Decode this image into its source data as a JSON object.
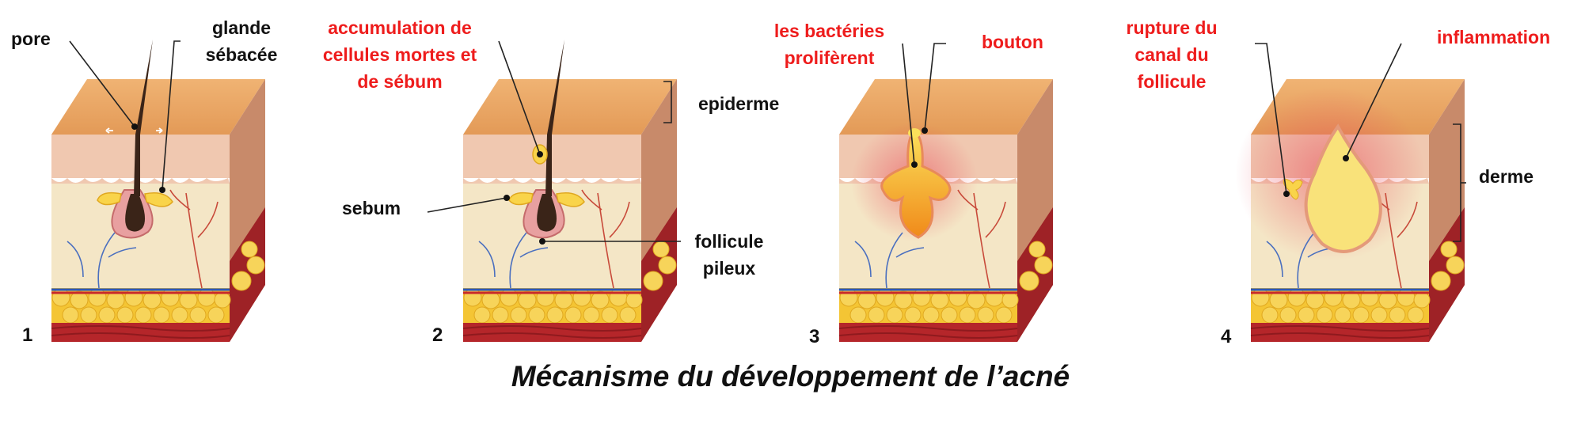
{
  "caption": "Mécanisme du développement de l’acné",
  "panels": [
    {
      "number": "1",
      "labels": {
        "pore": "pore",
        "gland": [
          "glande",
          "sébacée"
        ]
      }
    },
    {
      "number": "2",
      "labels": {
        "accumulation": [
          "accumulation de",
          "cellules mortes et",
          "de sébum"
        ],
        "sebum": "sebum",
        "follicle": [
          "follicule",
          "pileux"
        ],
        "epidermis": "epiderme"
      }
    },
    {
      "number": "3",
      "labels": {
        "bacteria": [
          "les bactéries",
          "prolifèrent"
        ],
        "pimple": "bouton"
      }
    },
    {
      "number": "4",
      "labels": {
        "rupture": [
          "rupture du",
          "canal du",
          "follicule"
        ],
        "inflammation": "inflammation",
        "dermis": "derme"
      }
    }
  ],
  "colors": {
    "label_red": "#ee1c1c",
    "label_black": "#111111",
    "epidermis_top": "#e8a565",
    "epidermis": "#f0c8b0",
    "dermis": "#f4e6c6",
    "fat": "#f4c534",
    "muscle": "#b5262a",
    "sebum": "#f9d44a",
    "hair": "#3a2418"
  }
}
